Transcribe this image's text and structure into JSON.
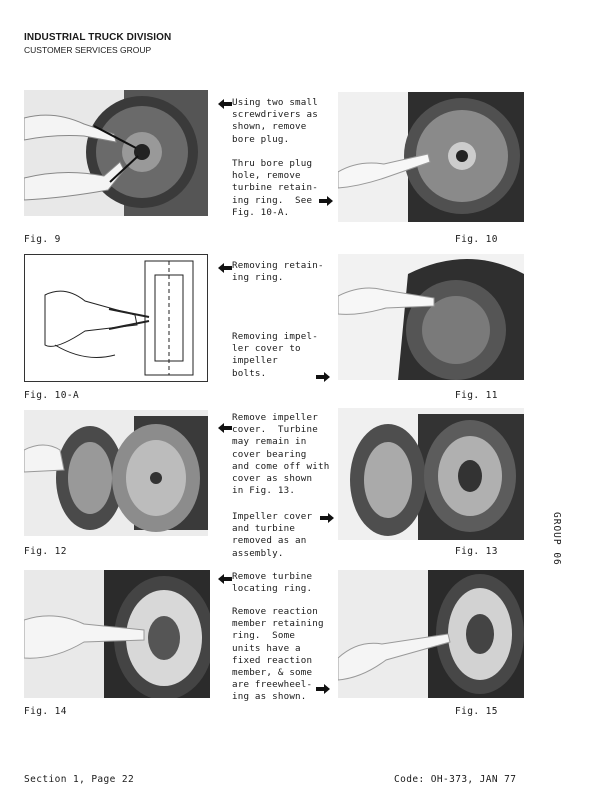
{
  "header": {
    "division": "INDUSTRIAL TRUCK DIVISION",
    "group": "CUSTOMER SERVICES GROUP"
  },
  "figures": {
    "fig9": "Fig. 9",
    "fig10": "Fig. 10",
    "fig10a": "Fig. 10-A",
    "fig11": "Fig. 11",
    "fig12": "Fig. 12",
    "fig13": "Fig. 13",
    "fig14": "Fig. 14",
    "fig15": "Fig. 15"
  },
  "text": {
    "b1a": "Using two small\nscrewdrivers as\nshown, remove\nbore plug.",
    "b1b": "Thru bore plug\nhole, remove\nturbine retain-\ning ring.  See\nFig. 10-A.",
    "b2a": "Removing retain-\ning ring.",
    "b2b": "Removing impel-\nler cover to\nimpeller\nbolts.",
    "b3a": "Remove impeller\ncover.  Turbine\nmay remain in\ncover bearing\nand come off with\ncover as shown\nin Fig. 13.",
    "b3b": "Impeller cover\nand turbine\nremoved as an\nassembly.",
    "b4a": "Remove turbine\nlocating ring.",
    "b4b": "Remove reaction\nmember retaining\nring.  Some\nunits have a\nfixed reaction\nmember, & some\nare freewheel-\ning as shown."
  },
  "side_label": "GROUP 06",
  "footer": {
    "left": "Section 1, Page 22",
    "right": "Code: OH-373, JAN 77"
  },
  "icons": {
    "left_arrow": "arrow-left-icon",
    "right_arrow": "arrow-right-icon"
  }
}
